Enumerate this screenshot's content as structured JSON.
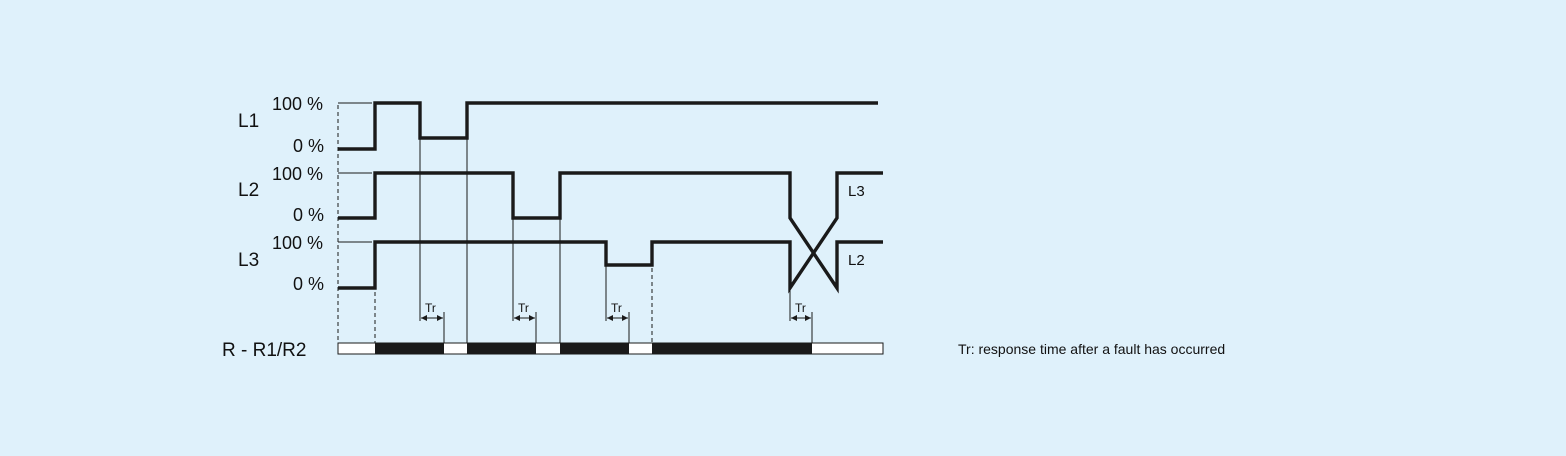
{
  "phases": {
    "L1": {
      "label": "L1",
      "high": "100 %",
      "low": "0 %"
    },
    "L2": {
      "label": "L2",
      "high": "100 %",
      "low": "0 %"
    },
    "L3": {
      "label": "L3",
      "high": "100 %",
      "low": "0 %"
    }
  },
  "crossover_labels": {
    "upper": "L3",
    "lower": "L2"
  },
  "response_marker": "Tr",
  "relay_label": "R - R1/R2",
  "note": "Tr: response time after a fault has occurred",
  "colors": {
    "background": "#dff1fb",
    "ink": "#1a1a1a",
    "relay_box": "#ffffff"
  }
}
